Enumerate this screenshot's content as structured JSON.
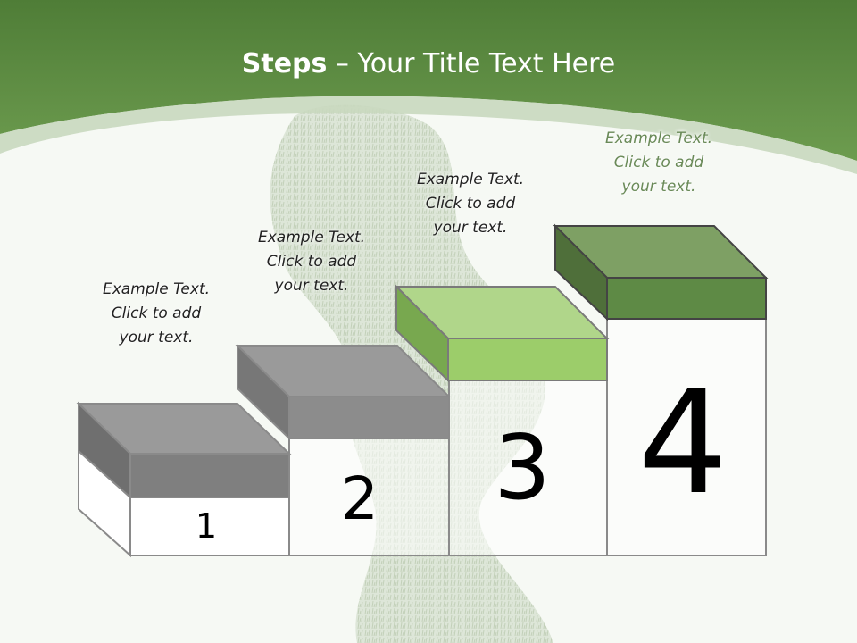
{
  "slide": {
    "title_bold": "Steps",
    "title_rest": " – Your Title Text Here"
  },
  "steps": [
    {
      "number": "1",
      "text_line1": "Example Text.",
      "text_line2": "Click  to add",
      "text_line3": "your text.",
      "block_color": "#7a7a7a"
    },
    {
      "number": "2",
      "text_line1": "Example Text.",
      "text_line2": "Click  to add",
      "text_line3": "your text.",
      "block_color": "#8c8c8c"
    },
    {
      "number": "3",
      "text_line1": "Example Text.",
      "text_line2": "Click  to add",
      "text_line3": "your text.",
      "block_color": "#9ccd6a"
    },
    {
      "number": "4",
      "text_line1": "Example Text.",
      "text_line2": "Click  to add",
      "text_line3": "your text.",
      "block_color": "#5e8a45"
    }
  ],
  "colors": {
    "header_green": "#5e8d44",
    "accent_light_green": "#9ccd6a",
    "accent_dark_green": "#5e8a45",
    "grey_block": "#8c8c8c"
  }
}
